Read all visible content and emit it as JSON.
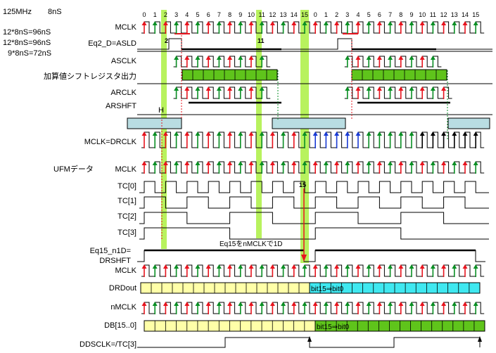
{
  "header": {
    "freq": "125MHz",
    "period": "8nS",
    "calc1": "12*8nS=96nS",
    "calc2": "12*8nS=96nS",
    "calc3": "9*8nS=72nS",
    "mclk_label": "MCLK",
    "eq2_label": "Eq2_D=ASLD"
  },
  "indices": [
    "0",
    "1",
    "2",
    "3",
    "4",
    "5",
    "6",
    "7",
    "8",
    "9",
    "10",
    "11",
    "12",
    "13",
    "14",
    "15",
    "0",
    "1",
    "2",
    "3",
    "4",
    "5",
    "6",
    "7",
    "8",
    "9",
    "10",
    "11",
    "12",
    "13",
    "14",
    "15"
  ],
  "markers": {
    "two": "2",
    "eleven": "11",
    "h": "H",
    "fifteen": "15"
  },
  "signals": {
    "asclk": "ASCLK",
    "shift_out": "加算値シフトレジスタ出力",
    "arclk": "ARCLK",
    "arshft": "ARSHFT",
    "mclk_drclk": "MCLK=DRCLK",
    "ufm": "UFMデータ",
    "mclk2": "MCLK",
    "tc0": "TC[0]",
    "tc1": "TC[1]",
    "tc2": "TC[2]",
    "tc3": "TC[3]",
    "eq15_a": "Eq15_n1D=",
    "eq15_b": "DRSHFT",
    "mclk3": "MCLK",
    "drdout": "DRDout",
    "nmclk": "nMCLK",
    "db": "DB[15..0]",
    "ddsclk": "DDSCLK=/TC[3]"
  },
  "annotations": {
    "eq15_note": "Eq15をnMCLKで1D",
    "bits_drd": "bit15⇒bit0",
    "bits_db": "bit15⇒bit0"
  },
  "colors": {
    "red_arrow": "#e8141e",
    "green_arrow": "#0a8f24",
    "blue_arrow": "#1a3bd4",
    "black_arrow": "#000000",
    "highlight": "#b8f25e",
    "shift_fill": "#5fc41b",
    "shift_cell": "#5fc41b",
    "drdout_fill": "#ffffa8",
    "drdout_cyan": "#3fe8f0",
    "db_fill": "#ffffa8",
    "db_green": "#5fc41b",
    "teal_box": "#b9dde2",
    "red_dotted": "#e8141e",
    "green_dotted": "#0a8f24"
  }
}
